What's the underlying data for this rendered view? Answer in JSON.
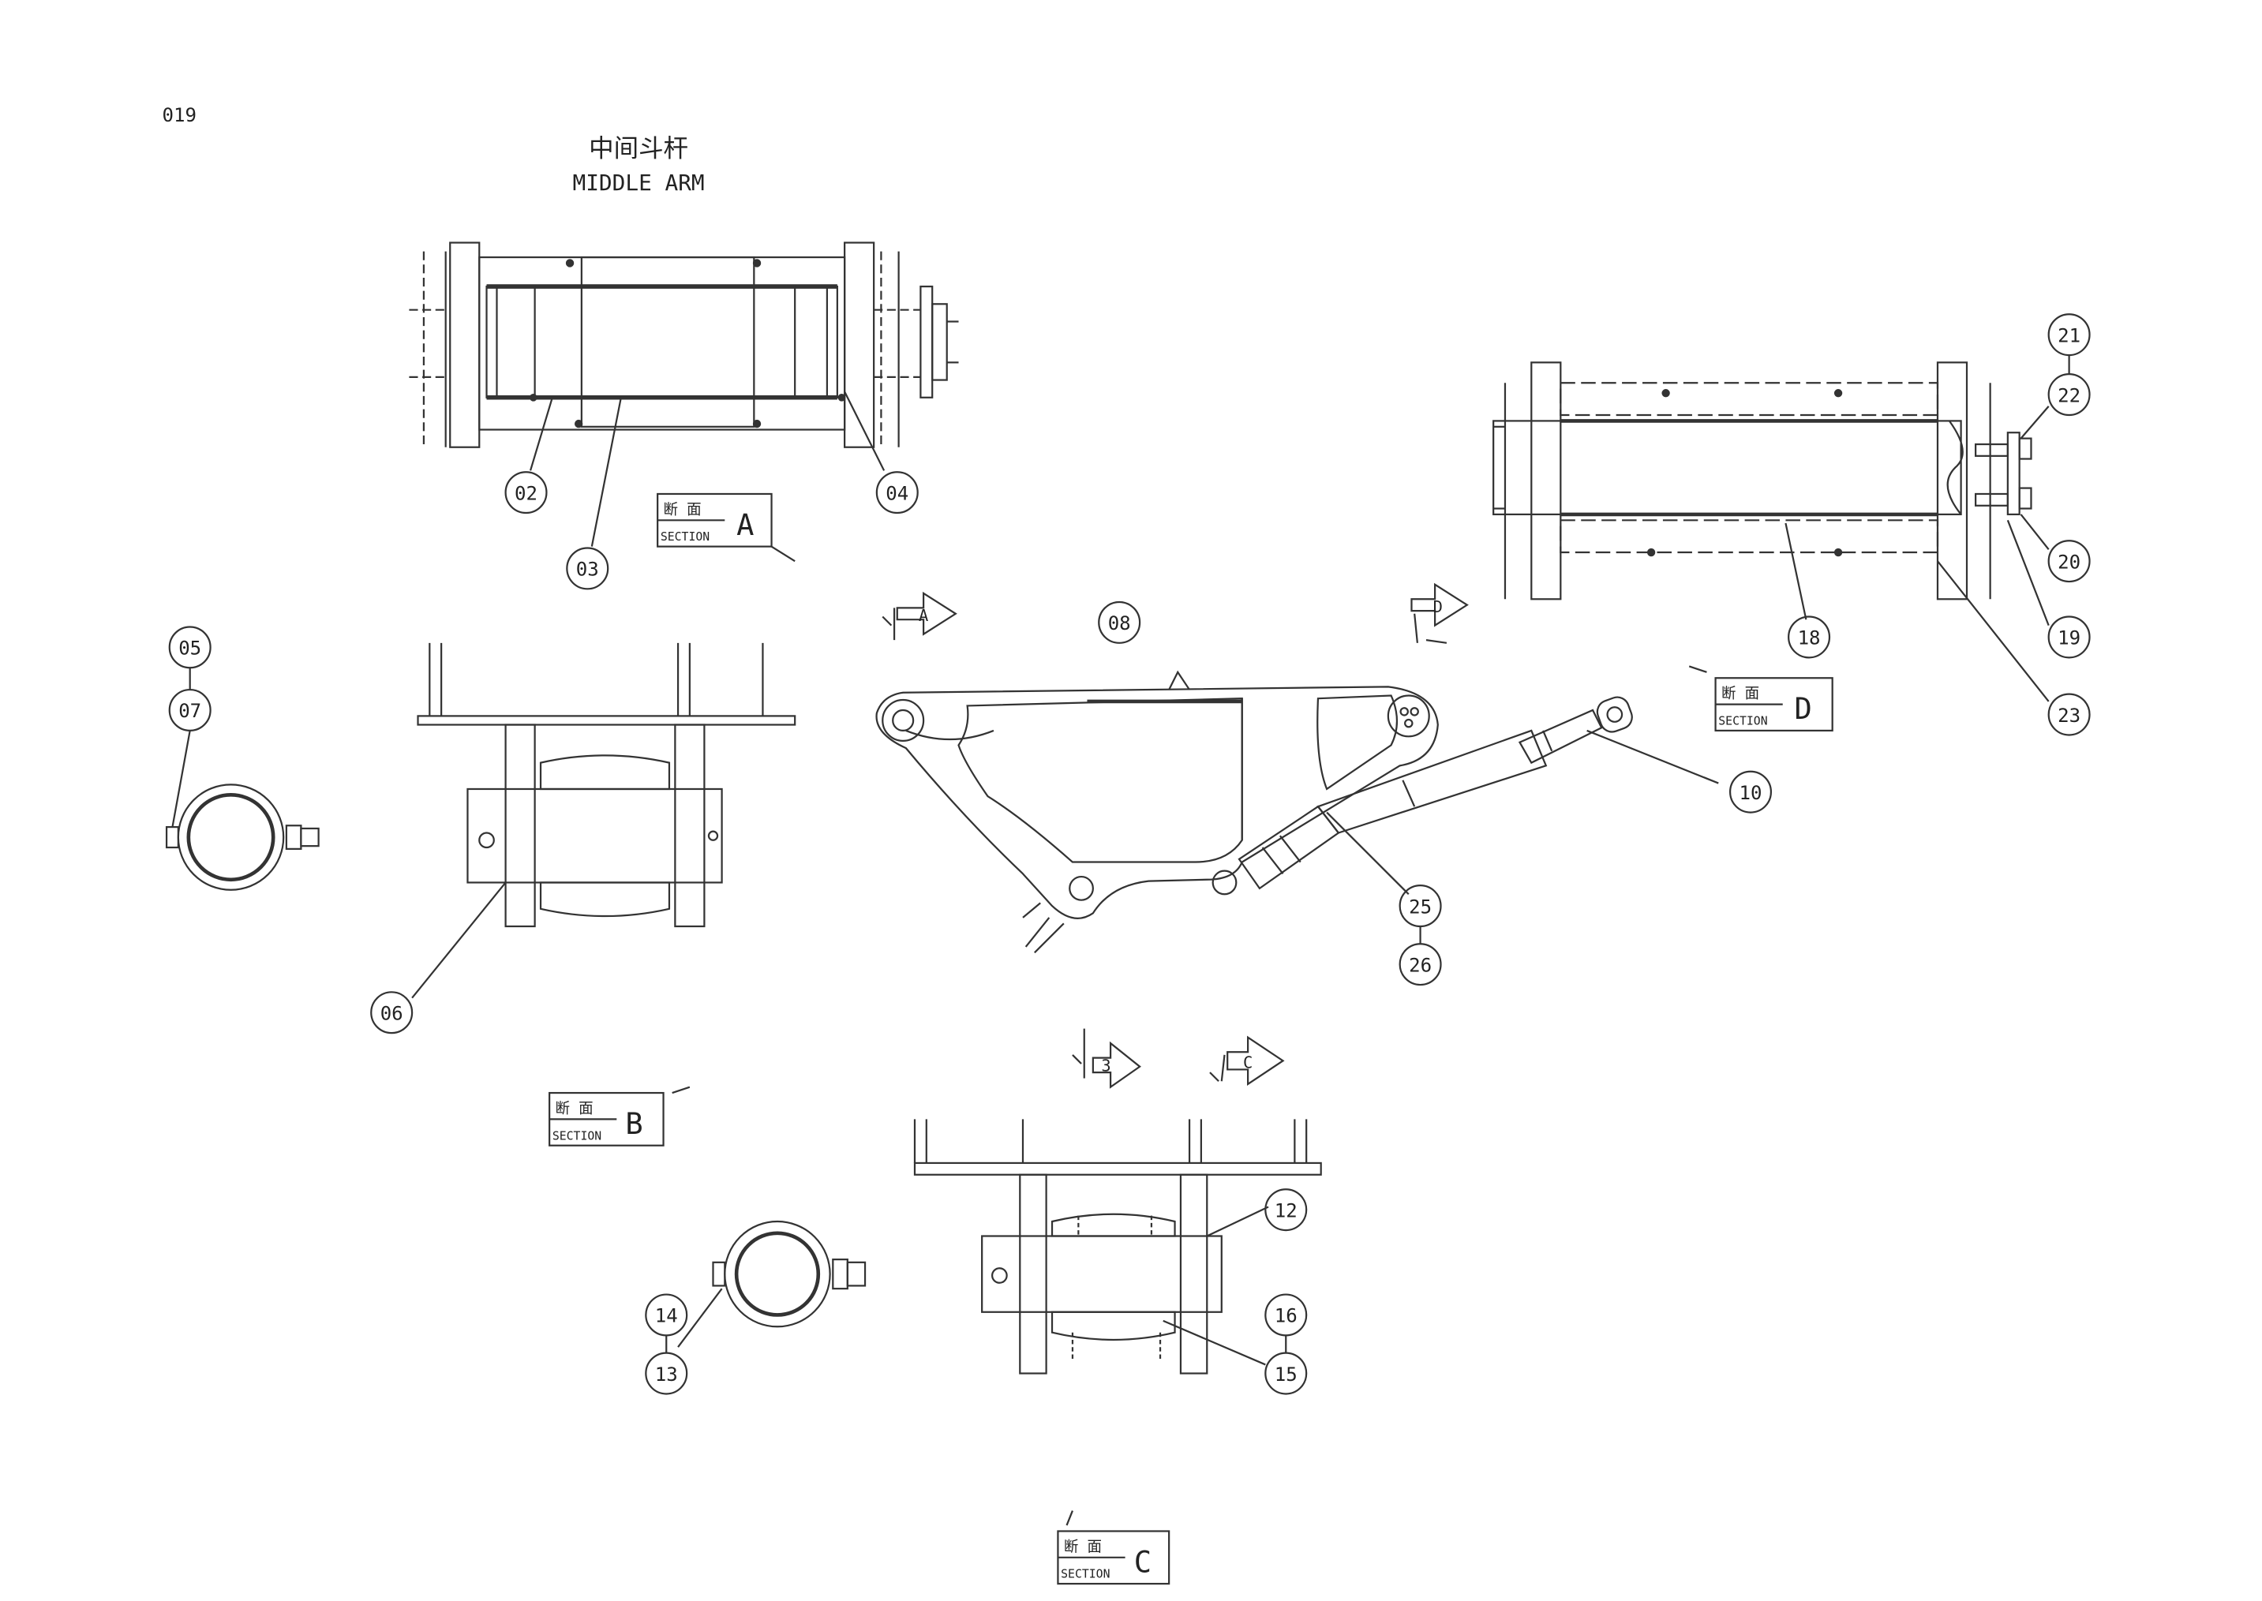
{
  "page": {
    "number": "019"
  },
  "title": {
    "zh": "中间斗杆",
    "en": "MIDDLE ARM"
  },
  "sections": [
    {
      "id": "A",
      "zh": "断 面",
      "en": "SECTION",
      "letter": "A"
    },
    {
      "id": "B",
      "zh": "断 面",
      "en": "SECTION",
      "letter": "B"
    },
    {
      "id": "C",
      "zh": "断 面",
      "en": "SECTION",
      "letter": "C"
    },
    {
      "id": "D",
      "zh": "断 面",
      "en": "SECTION",
      "letter": "D"
    }
  ],
  "view_arrows": [
    "A",
    "D",
    "3",
    "C"
  ],
  "parts": [
    "02",
    "03",
    "04",
    "05",
    "06",
    "07",
    "06",
    "08",
    "10",
    "12",
    "13",
    "14",
    "15",
    "16",
    "18",
    "19",
    "20",
    "21",
    "22",
    "23",
    "25",
    "26"
  ]
}
